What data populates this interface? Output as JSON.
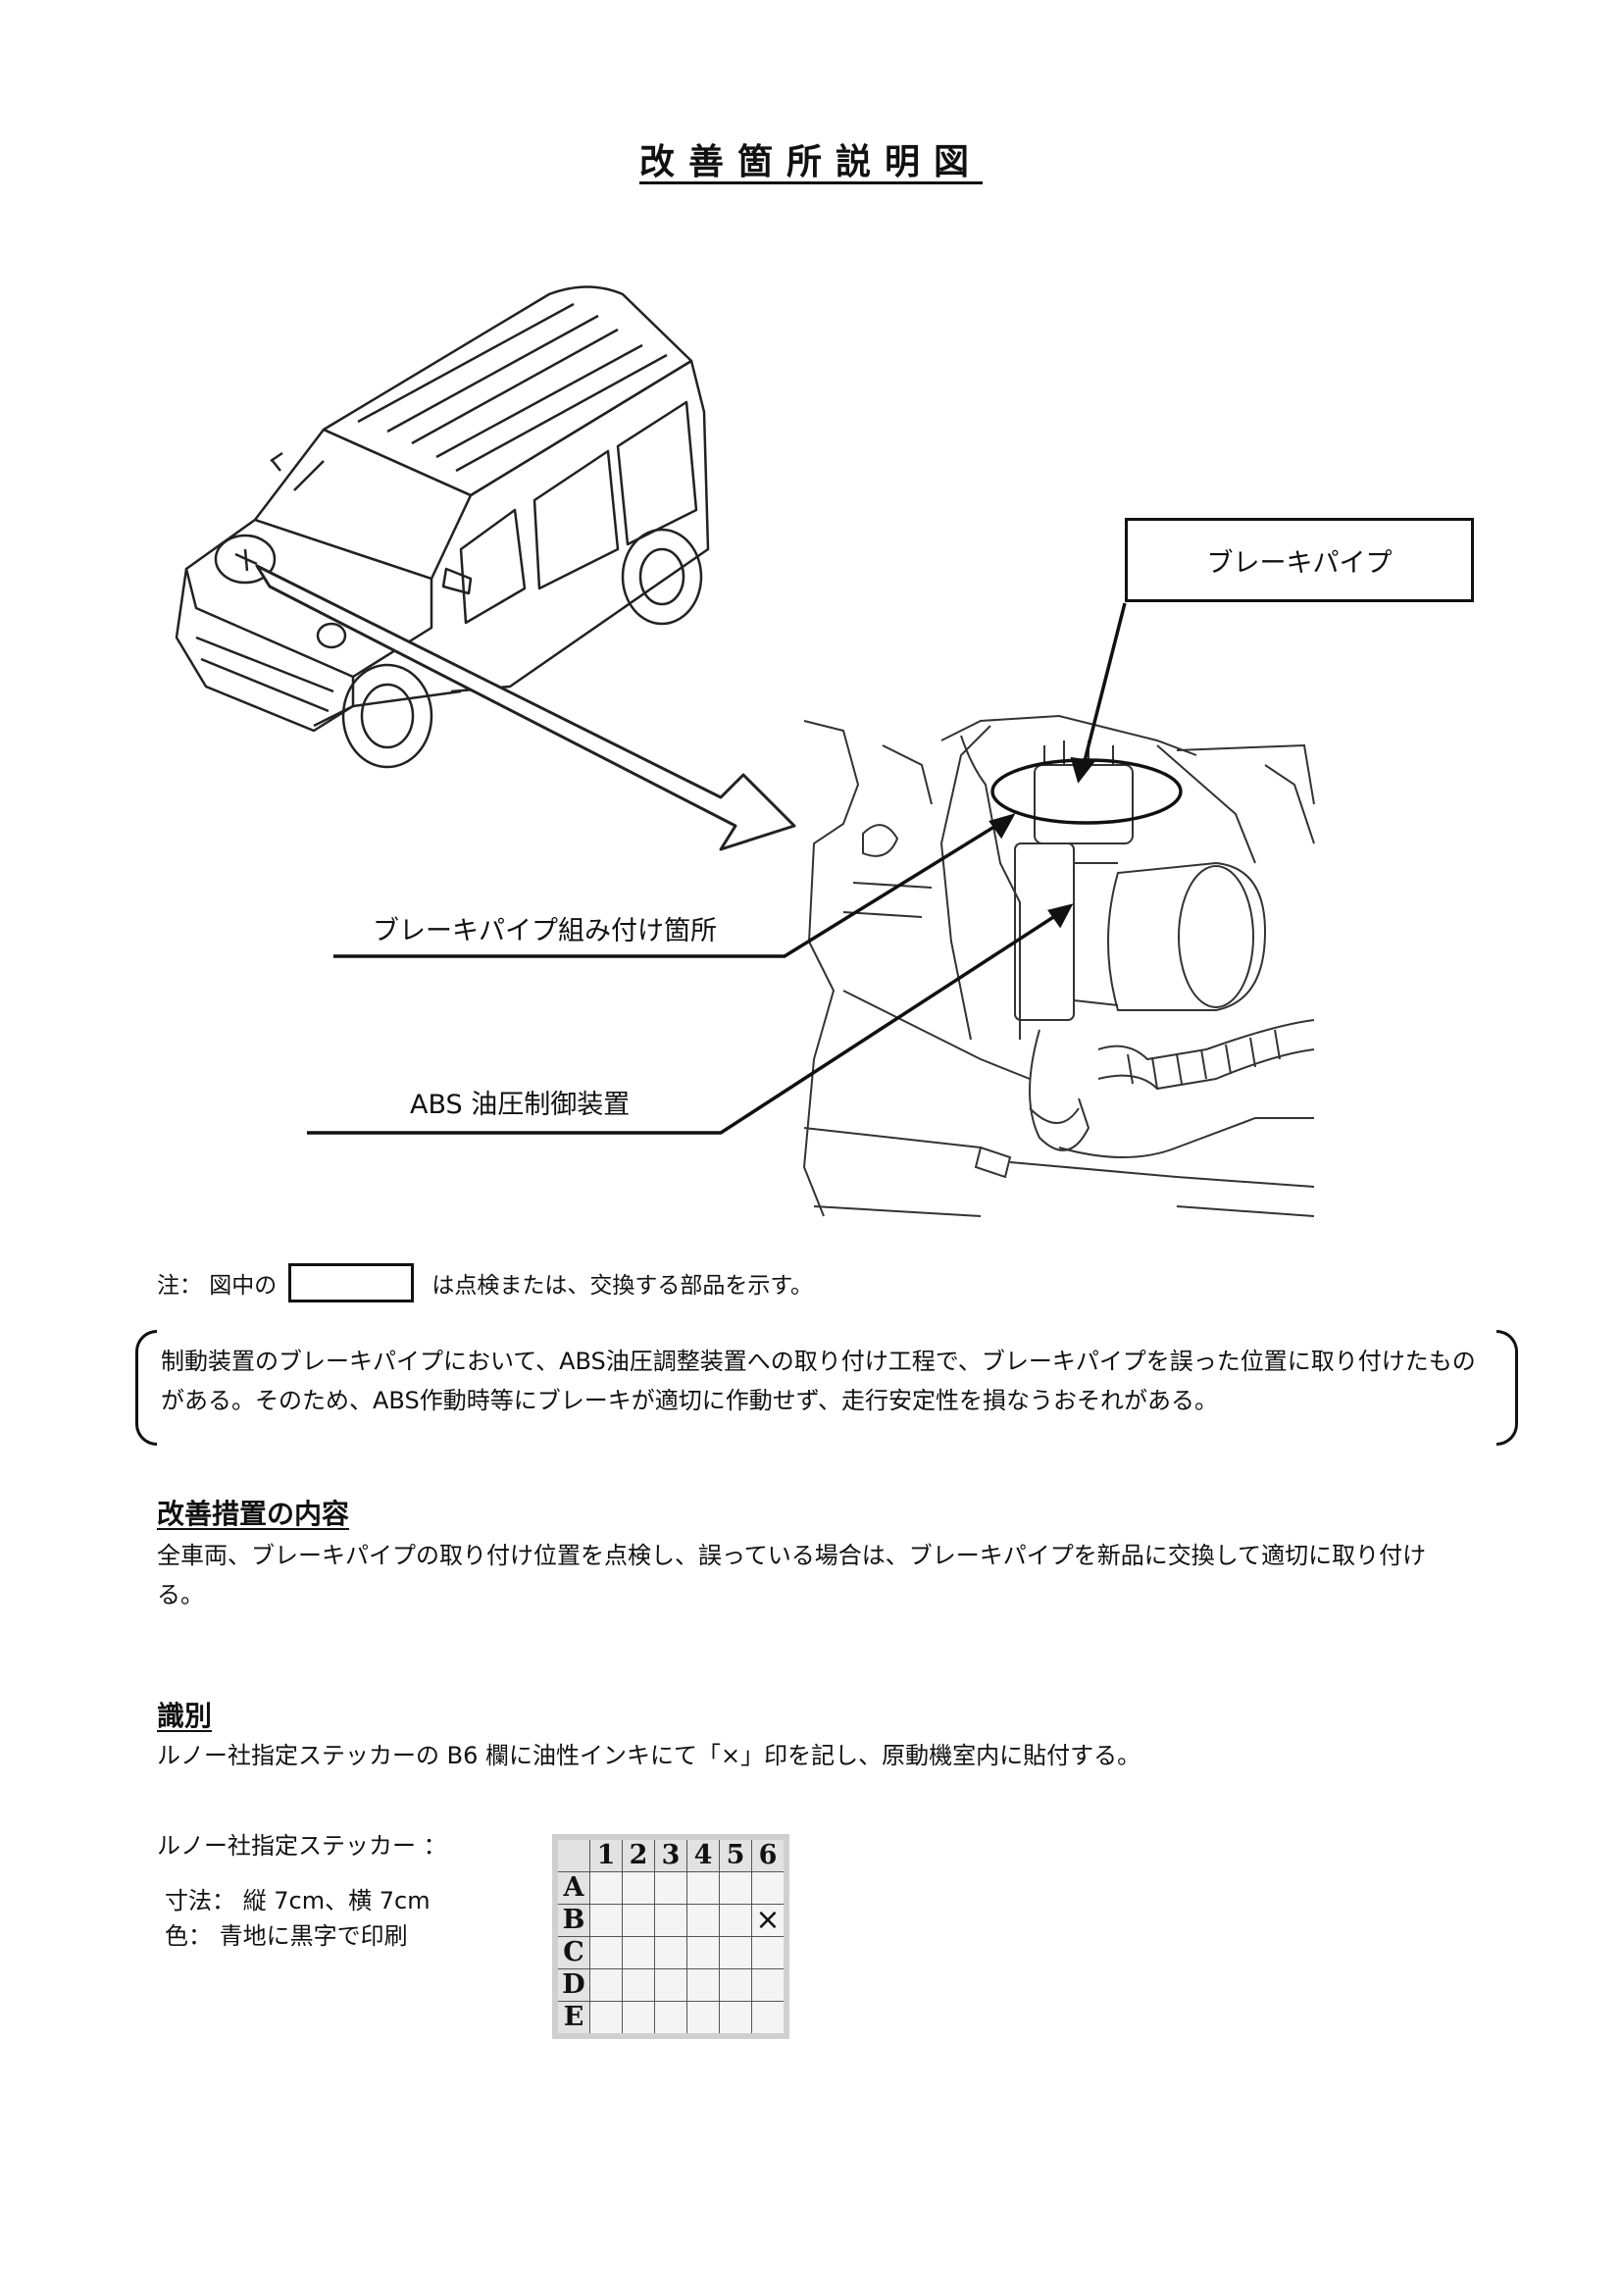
{
  "title": "改善箇所説明図",
  "figure": {
    "labels": {
      "brake_pipe": "ブレーキパイプ",
      "brake_pipe_mount": "ブレーキパイプ組み付け箇所",
      "abs_unit": "ABS 油圧制御装置"
    }
  },
  "note": {
    "prefix": "注：  図中の",
    "suffix": "は点検または、交換する部品を示す。"
  },
  "defect_description": "制動装置のブレーキパイプにおいて、ABS油圧調整装置への取り付け工程で、ブレーキパイプを誤った位置に取り付けたものがある。そのため、ABS作動時等にブレーキが適切に作動せず、走行安定性を損なうおそれがある。",
  "remedy": {
    "heading": "改善措置の内容",
    "text": "全車両、ブレーキパイプの取り付け位置を点検し、誤っている場合は、ブレーキパイプを新品に交換して適切に取り付ける。"
  },
  "identification": {
    "heading": "識別",
    "text": "ルノー社指定ステッカーの  B6 欄に油性インキにて「×」印を記し、原動機室内に貼付する。"
  },
  "sticker": {
    "label": "ルノー社指定ステッカー  ：",
    "size": "寸法：  縦 7cm、横 7cm",
    "color": "色：  青地に黒字で印刷",
    "columns": [
      "1",
      "2",
      "3",
      "4",
      "5",
      "6"
    ],
    "rows": [
      "A",
      "B",
      "C",
      "D",
      "E"
    ],
    "marked_cell": "B6",
    "mark": "×"
  }
}
